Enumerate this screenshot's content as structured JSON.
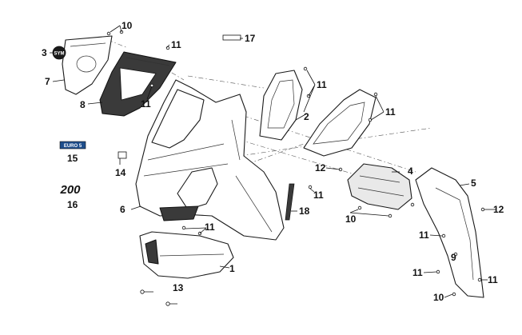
{
  "callouts": {
    "c1": "1",
    "c2": "2",
    "c3": "3",
    "c4": "4",
    "c5": "5",
    "c6": "6",
    "c7": "7",
    "c8": "8",
    "c9": "9",
    "c10a": "10",
    "c10b": "10",
    "c10c": "10",
    "c11a": "11",
    "c11b": "11",
    "c11c": "11",
    "c11d": "11",
    "c11e": "11",
    "c11f": "11",
    "c11g": "11",
    "c11h": "11",
    "c11i": "11",
    "c12a": "12",
    "c12b": "12",
    "c13": "13",
    "c14": "14",
    "c15": "15",
    "c16": "16",
    "c17": "17",
    "c18": "18"
  },
  "emblem_text": {
    "brand_badge": "SYM",
    "euro_decal": "EURO 5",
    "model_decal": "200"
  },
  "colors": {
    "line": "#1a1a1a",
    "fill": "#ffffff",
    "shade": "#e9e9e9",
    "decal": "#1f4e8c"
  }
}
